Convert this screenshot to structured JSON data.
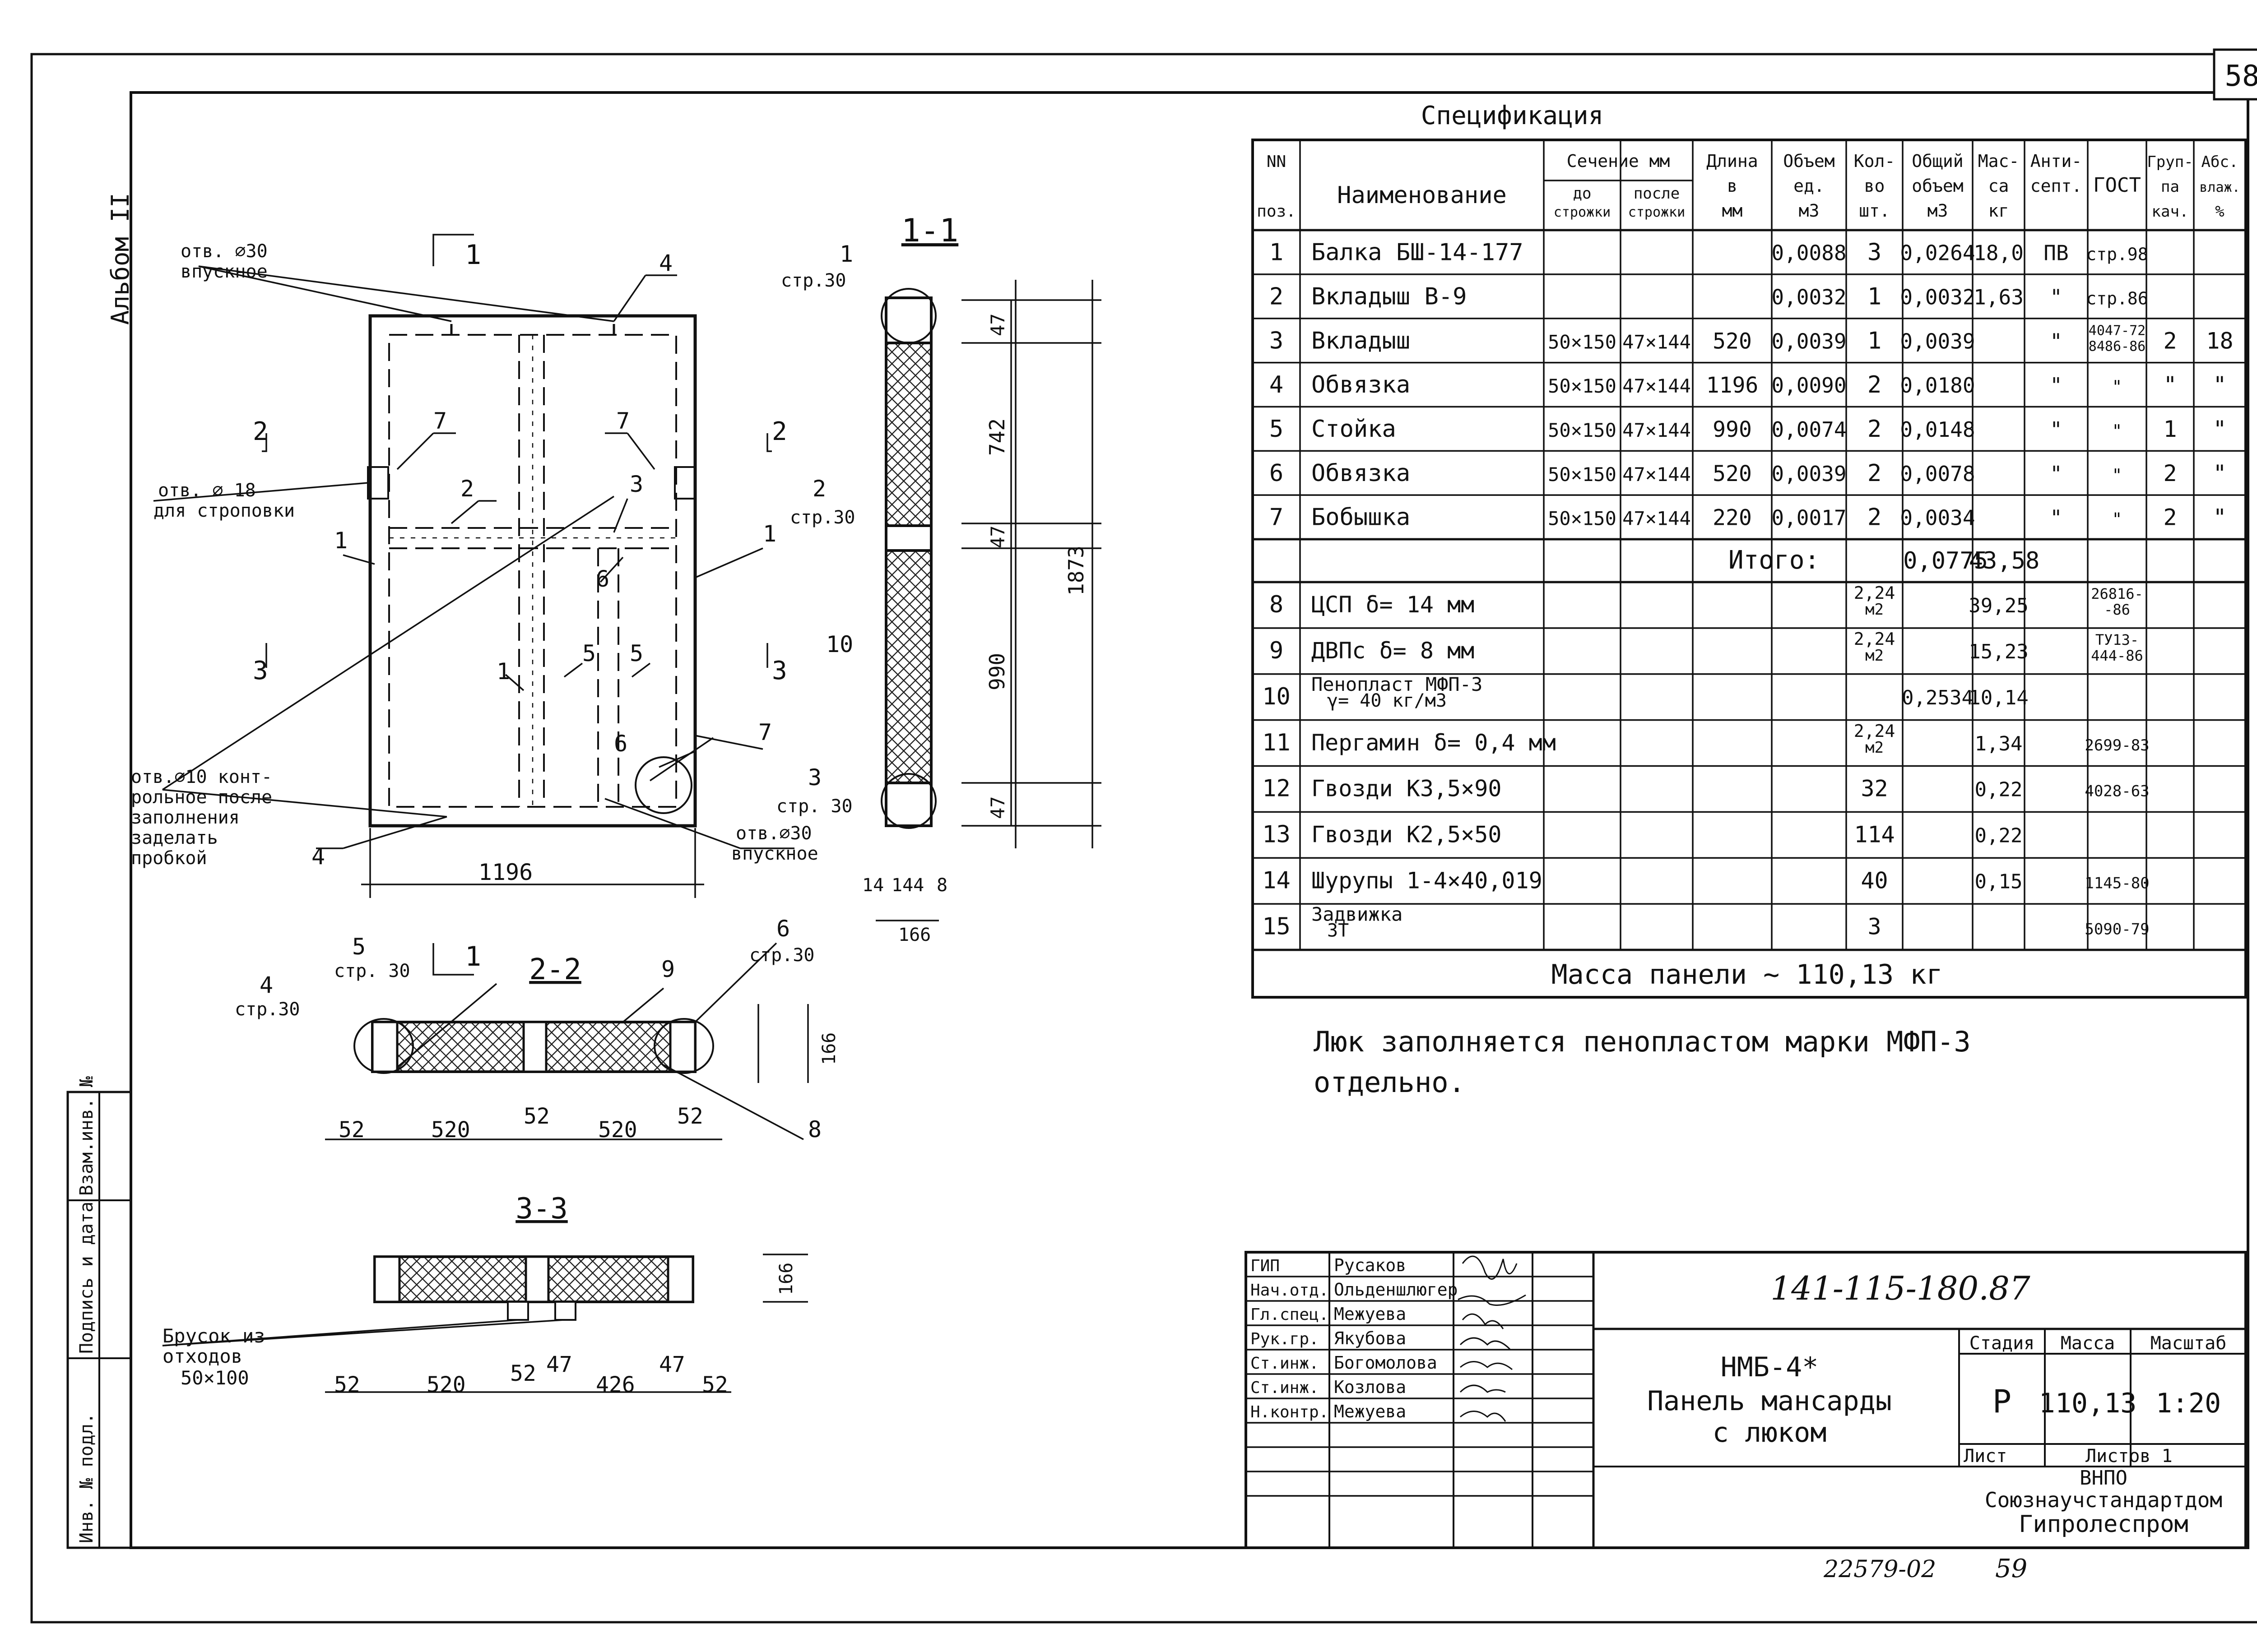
{
  "sheet": {
    "page_number": "58",
    "album": "Альбом II",
    "footer_number": "22579-02",
    "footer_page": "59"
  },
  "drawing": {
    "section_1_1": "1-1",
    "section_2_2": "2-2",
    "section_3_3": "3-3",
    "hole_30_top": "отв. ⌀30",
    "hole_30_top_sub": "впускное",
    "hole_18": "отв. ⌀ 18",
    "hole_18_sub": "для строповки",
    "hole_10_l1": "отв.⌀10 конт-",
    "hole_10_l2": "рольное после",
    "hole_10_l3": "заполнения",
    "hole_10_l4": "заделать",
    "hole_10_l5": "пробкой",
    "hole_30_bottom": "отв.⌀30",
    "hole_30_bottom_sub": "впускное",
    "bar_l1": "Брусок из",
    "bar_l2": "отходов",
    "bar_l3": "50×100",
    "page_ref": "стр. 30",
    "page_ref_b": "стр.30",
    "page_ref_c": "стр. 30",
    "labels": {
      "n1": "1",
      "n2": "2",
      "n3": "3",
      "n4": "4",
      "n5": "5",
      "n6": "6",
      "n7": "7",
      "n8": "8",
      "n9": "9",
      "n10": "10"
    },
    "dims": {
      "width_1196": "1196",
      "h_47": "47",
      "h_742": "742",
      "h_990": "990",
      "h_1873": "1873",
      "d_14": "14",
      "d_144": "144",
      "d_8": "8",
      "d_166": "166",
      "d_52": "52",
      "d_520": "520",
      "d_426": "426"
    }
  },
  "spec": {
    "title": "Спецификация",
    "headers": {
      "pos_l1": "NN",
      "pos_l2": "поз.",
      "name": "Наименование",
      "section": "Сечение мм",
      "before_l1": "до",
      "before_l2": "строжки",
      "after_l1": "после",
      "after_l2": "строжки",
      "length_l1": "Длина",
      "length_l2": "в",
      "length_l3": "мм",
      "vol_l1": "Объем",
      "vol_l2": "ед.",
      "vol_l3": "м3",
      "qty_l1": "Кол-",
      "qty_l2": "во",
      "qty_l3": "шт.",
      "tvol_l1": "Общий",
      "tvol_l2": "объем",
      "tvol_l3": "м3",
      "mass_l1": "Мас-",
      "mass_l2": "са",
      "mass_l3": "кг",
      "anti_l1": "Анти-",
      "anti_l2": "септ.",
      "gost": "ГОСТ",
      "grp_l1": "Груп-",
      "grp_l2": "па",
      "grp_l3": "кач.",
      "hum_l1": "Абс.",
      "hum_l2": "влаж.",
      "hum_l3": "%"
    },
    "rows": [
      {
        "n": "1",
        "name": "Балка БШ-14-177",
        "before": "",
        "after": "",
        "len": "",
        "vol": "0,0088",
        "qty": "3",
        "tvol": "0,0264",
        "mass": "18,0",
        "anti": "ПВ",
        "gost": "стр.98",
        "grp": "",
        "hum": ""
      },
      {
        "n": "2",
        "name": "Вкладыш В-9",
        "before": "",
        "after": "",
        "len": "",
        "vol": "0,0032",
        "qty": "1",
        "tvol": "0,0032",
        "mass": "1,63",
        "anti": "\"",
        "gost": "стр.86",
        "grp": "",
        "hum": ""
      },
      {
        "n": "3",
        "name": "Вкладыш",
        "before": "50×150",
        "after": "47×144",
        "len": "520",
        "vol": "0,0039",
        "qty": "1",
        "tvol": "0,0039",
        "mass": "",
        "anti": "\"",
        "gost": "8486-86",
        "gost2": "4047-72",
        "grp": "2",
        "hum": "18"
      },
      {
        "n": "4",
        "name": "Обвязка",
        "before": "50×150",
        "after": "47×144",
        "len": "1196",
        "vol": "0,0090",
        "qty": "2",
        "tvol": "0,0180",
        "mass": "",
        "anti": "\"",
        "gost": "\"",
        "grp": "\"",
        "hum": "\""
      },
      {
        "n": "5",
        "name": "Стойка",
        "before": "50×150",
        "after": "47×144",
        "len": "990",
        "vol": "0,0074",
        "qty": "2",
        "tvol": "0,0148",
        "mass": "",
        "anti": "\"",
        "gost": "\"",
        "grp": "1",
        "hum": "\""
      },
      {
        "n": "6",
        "name": "Обвязка",
        "before": "50×150",
        "after": "47×144",
        "len": "520",
        "vol": "0,0039",
        "qty": "2",
        "tvol": "0,0078",
        "mass": "",
        "anti": "\"",
        "gost": "\"",
        "grp": "2",
        "hum": "\""
      },
      {
        "n": "7",
        "name": "Бобышка",
        "before": "50×150",
        "after": "47×144",
        "len": "220",
        "vol": "0,0017",
        "qty": "2",
        "tvol": "0,0034",
        "mass": "",
        "anti": "\"",
        "gost": "\"",
        "grp": "2",
        "hum": "\""
      }
    ],
    "total_label": "Итого:",
    "total_vol": "0,0775",
    "total_mass": "43,58",
    "rows2": [
      {
        "n": "8",
        "name": "ЦСП δ= 14 мм",
        "qty": "2,24",
        "unit": "м2",
        "tvol": "",
        "mass": "39,25",
        "gost": "26816-",
        "gost2": "-86"
      },
      {
        "n": "9",
        "name": "ДВПс δ= 8 мм",
        "qty": "2,24",
        "unit": "м2",
        "tvol": "",
        "mass": "15,23",
        "gost": "ТУ13-",
        "gost2": "444-86"
      },
      {
        "n": "10",
        "name": "Пенопласт МФП-3",
        "name2": "γ= 40 кг/м3",
        "qty": "",
        "unit": "",
        "tvol": "0,2534",
        "mass": "10,14",
        "gost": "",
        "gost2": ""
      },
      {
        "n": "11",
        "name": "Пергамин δ= 0,4 мм",
        "qty": "2,24",
        "unit": "м2",
        "tvol": "",
        "mass": "1,34",
        "gost": "2699-83",
        "gost2": ""
      },
      {
        "n": "12",
        "name": "Гвозди К3,5×90",
        "qty": "32",
        "unit": "",
        "tvol": "",
        "mass": "0,22",
        "gost": "4028-63",
        "gost2": ""
      },
      {
        "n": "13",
        "name": "Гвозди К2,5×50",
        "qty": "114",
        "unit": "",
        "tvol": "",
        "mass": "0,22",
        "gost": "",
        "gost2": ""
      },
      {
        "n": "14",
        "name": "Шурупы 1-4×40,019",
        "qty": "40",
        "unit": "",
        "tvol": "",
        "mass": "0,15",
        "gost": "1145-80",
        "gost2": ""
      },
      {
        "n": "15",
        "name": "Задвижка",
        "name2": "ЗТ",
        "qty": "3",
        "unit": "",
        "tvol": "",
        "mass": "",
        "gost": "5090-79",
        "gost2": ""
      }
    ],
    "panel_mass": "Масса панели ~ 110,13 кг"
  },
  "note": {
    "line1": "Люк заполняется пенопластом марки МФП-3",
    "line2": "отдельно."
  },
  "stamp_side": {
    "c1": "Инв. № подл.",
    "c2": "Подпись и дата",
    "c3": "Взам.инв. №"
  },
  "title_block": {
    "roles": [
      "ГИП",
      "Нач.отд.",
      "Гл.спец.",
      "Рук.гр.",
      "Ст.инж.",
      "Ст.инж.",
      "Н.контр."
    ],
    "names": [
      "Русаков",
      "Ольденшлюгер",
      "Межуева",
      "Якубова",
      "Богомолова",
      "Козлова",
      "Межуева"
    ],
    "doc_code": "141-115-180.87",
    "mark": "НМБ-4*",
    "title_l1": "Панель мансарды",
    "title_l2": "с люком",
    "stage_h": "Стадия",
    "mass_h": "Масса",
    "scale_h": "Масштаб",
    "stage": "Р",
    "mass": "110,13",
    "scale": "1:20",
    "sheet_h": "Лист",
    "sheets_h": "Листов 1",
    "org_l1": "ВНПО",
    "org_l2": "Союзнаучстандартдом",
    "org_l3": "Гипролеспром"
  }
}
